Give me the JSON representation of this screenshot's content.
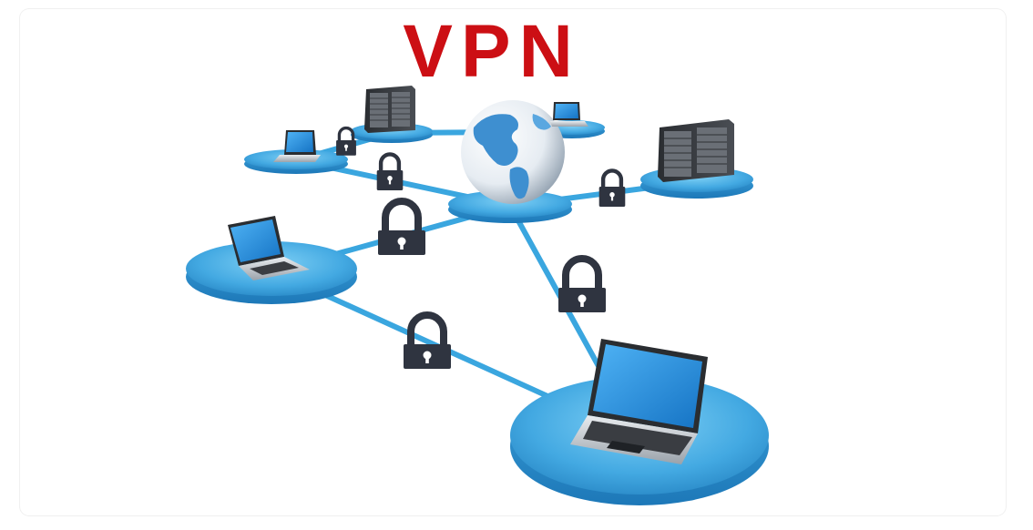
{
  "title": "VPN",
  "colors": {
    "title": "#cc0f14",
    "disc": "#4db3e6",
    "link": "#3aa6df",
    "lock": "#2f3440",
    "screen": "#1f8fe0"
  },
  "nodes": [
    {
      "name": "globe-hub",
      "icon": "globe-icon"
    },
    {
      "name": "server-top",
      "icon": "server-icon"
    },
    {
      "name": "server-right",
      "icon": "server-icon"
    },
    {
      "name": "laptop-top-left",
      "icon": "laptop-icon"
    },
    {
      "name": "laptop-top-right",
      "icon": "laptop-icon"
    },
    {
      "name": "laptop-left",
      "icon": "laptop-icon"
    },
    {
      "name": "laptop-bottom-right",
      "icon": "laptop-icon"
    }
  ],
  "locks": [
    {
      "icon": "lock-icon"
    },
    {
      "icon": "lock-icon"
    },
    {
      "icon": "lock-icon"
    },
    {
      "icon": "lock-icon"
    },
    {
      "icon": "lock-icon"
    },
    {
      "icon": "lock-icon"
    }
  ]
}
